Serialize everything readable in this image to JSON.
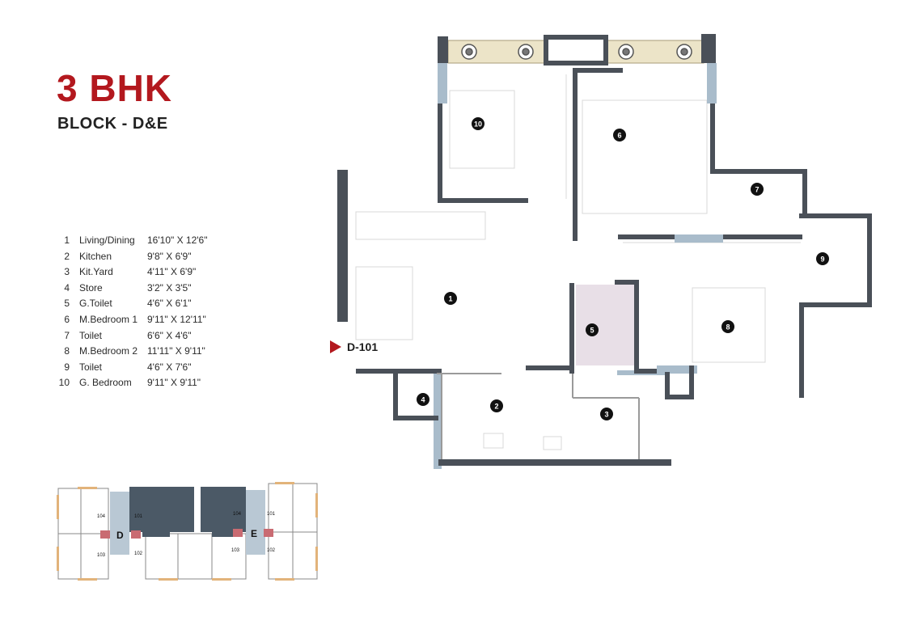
{
  "heading": {
    "title": "3 BHK",
    "subtitle": "BLOCK - D&E"
  },
  "rooms": [
    {
      "num": "1",
      "name": "Living/Dining",
      "dim": "16'10\" X 12'6\""
    },
    {
      "num": "2",
      "name": "Kitchen",
      "dim": "9'8\" X 6'9\""
    },
    {
      "num": "3",
      "name": "Kit.Yard",
      "dim": "4'11\" X 6'9\""
    },
    {
      "num": "4",
      "name": "Store",
      "dim": "3'2\" X 3'5\""
    },
    {
      "num": "5",
      "name": "G.Toilet",
      "dim": "4'6\" X 6'1\""
    },
    {
      "num": "6",
      "name": "M.Bedroom 1",
      "dim": "9'11\" X 12'11\""
    },
    {
      "num": "7",
      "name": "Toilet",
      "dim": "6'6\" X 4'6\""
    },
    {
      "num": "8",
      "name": "M.Bedroom 2",
      "dim": "11'11\" X 9'11\""
    },
    {
      "num": "9",
      "name": "Toilet",
      "dim": "4'6\" X 7'6\""
    },
    {
      "num": "10",
      "name": "G. Bedroom",
      "dim": "9'11\" X 9'11\""
    }
  ],
  "plan": {
    "unit_label": "D-101",
    "marker_color": "#b3181e",
    "wall_color": "#4a5058",
    "glazing_color": "#a9bccb"
  },
  "keyplan": {
    "core_labels": [
      "D",
      "E"
    ],
    "unit_labels": [
      "104",
      "101",
      "103",
      "102",
      "104",
      "101",
      "103",
      "102"
    ]
  }
}
